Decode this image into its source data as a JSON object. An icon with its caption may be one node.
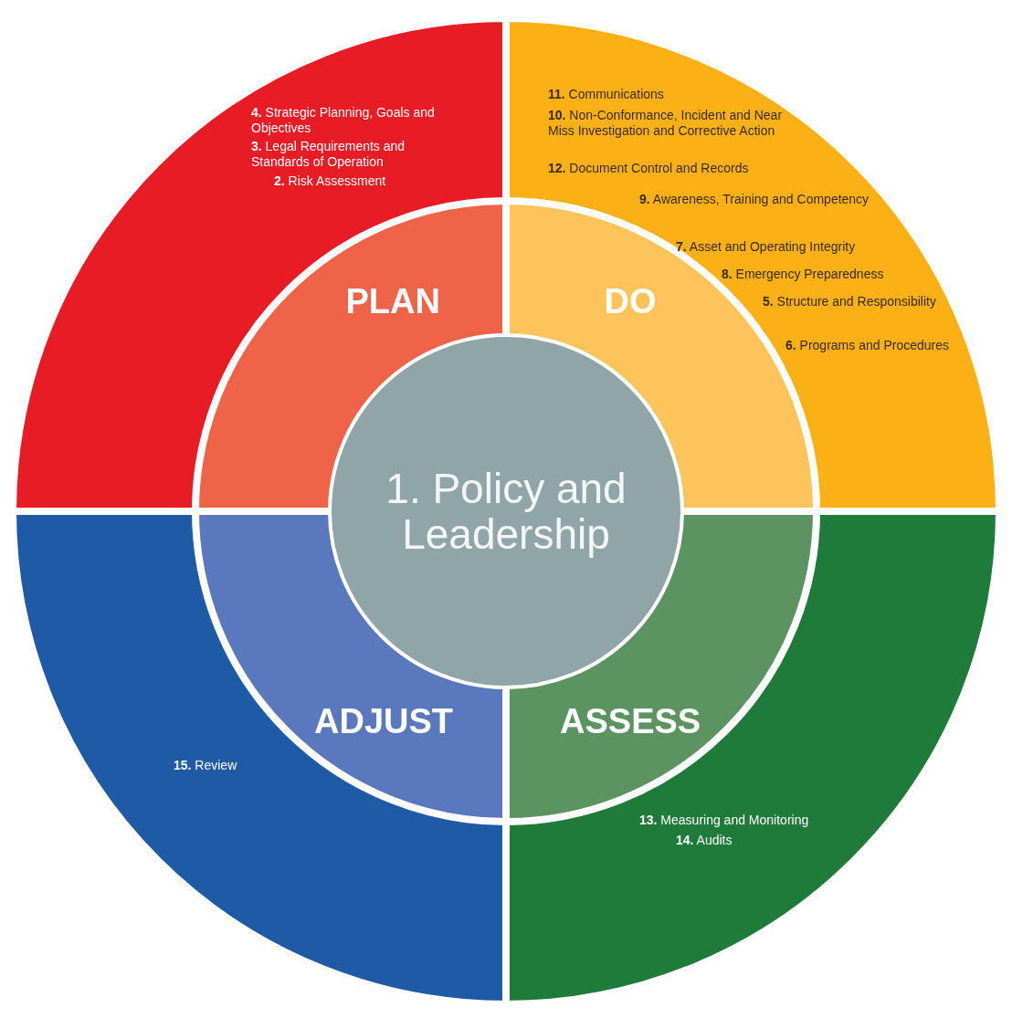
{
  "diagram": {
    "nodes": [
      {
        "text": [
          "1. Policy and Leadership"
        ]
      },
      {
        "text": [
          "**4.** Strategic Planning, Goals and Objectives",
          "**3.** Legal Requirements and Standards of Operation",
          "**2.** Risk Assessment",
          "PLAN"
        ]
      },
      {
        "text": [
          "**11.** Communications",
          "**10.** Non-Conformance, Incident and Near Miss Investigation and Corrective Action",
          "**12.** Document Control and Records",
          "**9.** Awareness, Training and Competency",
          "**7.** Asset and Operating Integrity",
          "**8.** Emergency Preparedness",
          "**5.** Structure and Responsibility",
          "**6.** Programs and Procedures",
          "DO"
        ]
      },
      {
        "text": [
          "ASSESS",
          "**13.** Measuring and Monitoring",
          "**14.** Audits"
        ]
      },
      {
        "text": [
          "ADJUST",
          "**15.** Review"
        ]
      }
    ]
  }
}
